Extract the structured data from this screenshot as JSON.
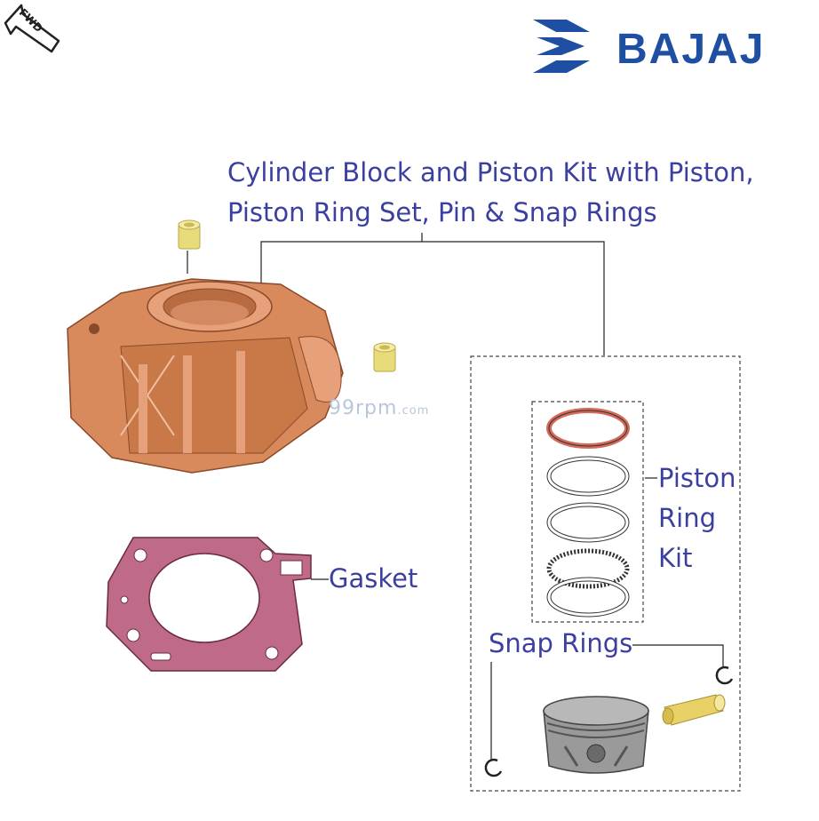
{
  "brand": {
    "name": "BAJAJ",
    "color": "#1f4fa3"
  },
  "fwd_badge": "FWD",
  "title": {
    "line1": "Cylinder Block and Piston Kit with Piston,",
    "line2": "Piston Ring Set, Pin & Snap Rings"
  },
  "watermark": {
    "main": "99rpm",
    "suffix": ".com"
  },
  "labels": {
    "gasket": "Gasket",
    "piston_ring_kit": [
      "Piston",
      "Ring",
      "Kit"
    ],
    "snap_rings": "Snap Rings"
  },
  "colors": {
    "label_text": "#3b3fa0",
    "cylinder": "#d98a5c",
    "gasket": "#b05a7a",
    "dowel": "#e8dc7a",
    "piston": "#8e8e8e"
  }
}
